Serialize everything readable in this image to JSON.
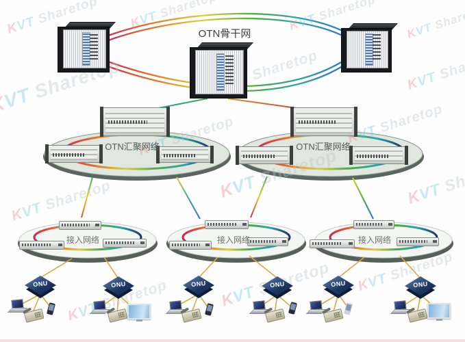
{
  "backbone": {
    "label": "OTN骨干网"
  },
  "aggregation": {
    "items": [
      {
        "label": "OTN汇聚网络"
      },
      {
        "label": "OTN汇聚网络"
      }
    ]
  },
  "access": {
    "items": [
      {
        "label": "接入网络"
      },
      {
        "label": "接入网络"
      },
      {
        "label": "接入网络"
      }
    ]
  },
  "onu": {
    "label": "ONU"
  },
  "watermark": {
    "brand_first": "K",
    "brand_rest": "VT",
    "name": "Sharetop"
  },
  "colors": {
    "ring_gradient": [
      "#cf2257",
      "#e4762a",
      "#e3cf29",
      "#4aad45",
      "#2aa3ab",
      "#27407e"
    ],
    "drop_line_yellow": "#d7ab3c",
    "aggregation_ellipse_fill": "#dfe7df",
    "access_ellipse_fill": "#f3f6f3",
    "ellipse_rim": "#59655f",
    "onu_blue": "#1d3560"
  }
}
